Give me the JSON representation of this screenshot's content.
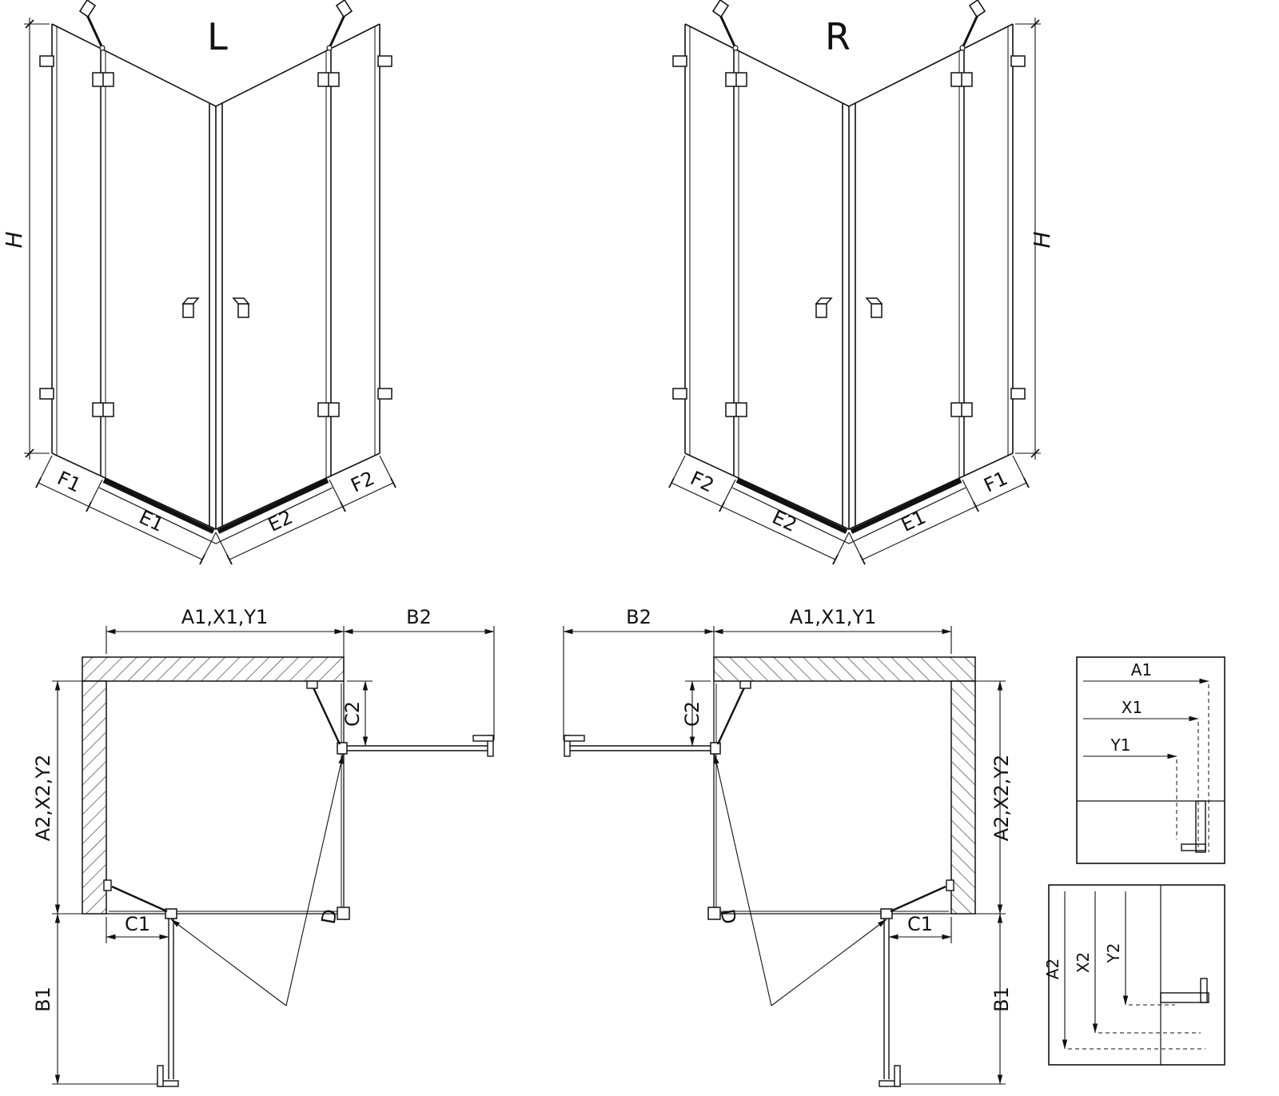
{
  "figure": {
    "background": "#ffffff",
    "line_color": "#111111",
    "type": "shower-enclosure-technical-drawing"
  },
  "perspective_left": {
    "variant_label": "L",
    "height_label": "H",
    "bottom_labels": {
      "far_left": "F1",
      "left": "E1",
      "right": "E2",
      "far_right": "F2"
    }
  },
  "perspective_right": {
    "variant_label": "R",
    "height_label": "H",
    "bottom_labels": {
      "far_left": "F2",
      "left": "E2",
      "right": "E1",
      "far_right": "F1"
    }
  },
  "plan_left": {
    "width_top": "A1,X1,Y1",
    "side_top": "B2",
    "door_top": "C2",
    "depth_side": "A2,X2,Y2",
    "door_bottom": "C1",
    "side_bottom": "B1",
    "diagonal": "D"
  },
  "plan_right": {
    "width_top": "A1,X1,Y1",
    "side_top": "B2",
    "door_top": "C2",
    "depth_side": "A2,X2,Y2",
    "door_bottom": "C1",
    "side_bottom": "B1",
    "diagonal": "D"
  },
  "detail_top": {
    "labels": [
      "A1",
      "X1",
      "Y1"
    ]
  },
  "detail_bottom": {
    "labels": [
      "A2",
      "X2",
      "Y2"
    ]
  }
}
